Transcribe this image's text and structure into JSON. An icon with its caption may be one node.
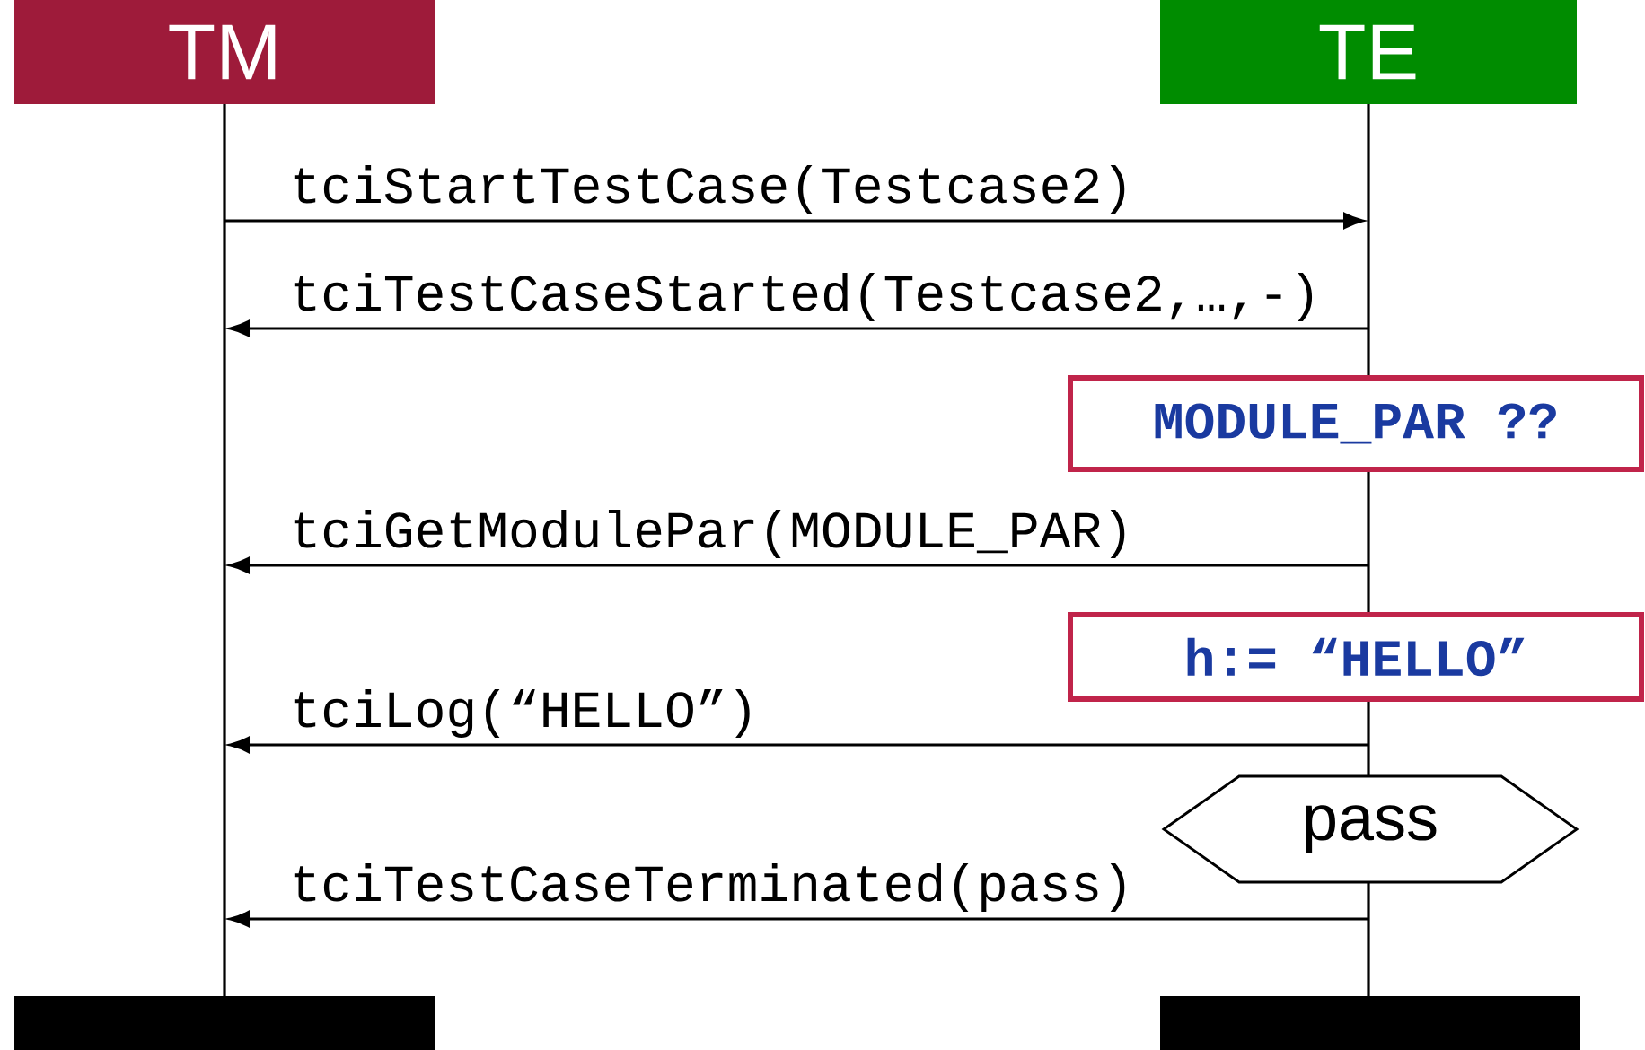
{
  "diagram": {
    "nodes": [
      {
        "text": [
          "TM"
        ]
      },
      {
        "text": [
          "TE"
        ]
      },
      {
        "text": [],
        "shape": "line"
      },
      {
        "text": [],
        "shape": "line"
      },
      {
        "text": [
          "MODULE_PAR ??"
        ]
      },
      {
        "text": [
          "h:= “HELLO”"
        ]
      },
      {
        "text": [
          "pass"
        ]
      },
      {
        "text": [],
        "shape": "bar"
      },
      {
        "text": [],
        "shape": "bar"
      }
    ],
    "edges": [
      {
        "from": 2,
        "to": 3,
        "arrow": "to",
        "label": "tciStartTestCase(Testcase2)"
      },
      {
        "from": 3,
        "to": 2,
        "arrow": "to",
        "label": "tciTestCaseStarted(Testcase2,…,-)"
      },
      {
        "from": 3,
        "to": 2,
        "arrow": "to",
        "label": "tciGetModulePar(MODULE_PAR)"
      },
      {
        "from": 3,
        "to": 2,
        "arrow": "to",
        "label": "tciLog(“HELLO”)"
      },
      {
        "from": 3,
        "to": 2,
        "arrow": "to",
        "label": "tciTestCaseTerminated(pass)"
      }
    ]
  }
}
